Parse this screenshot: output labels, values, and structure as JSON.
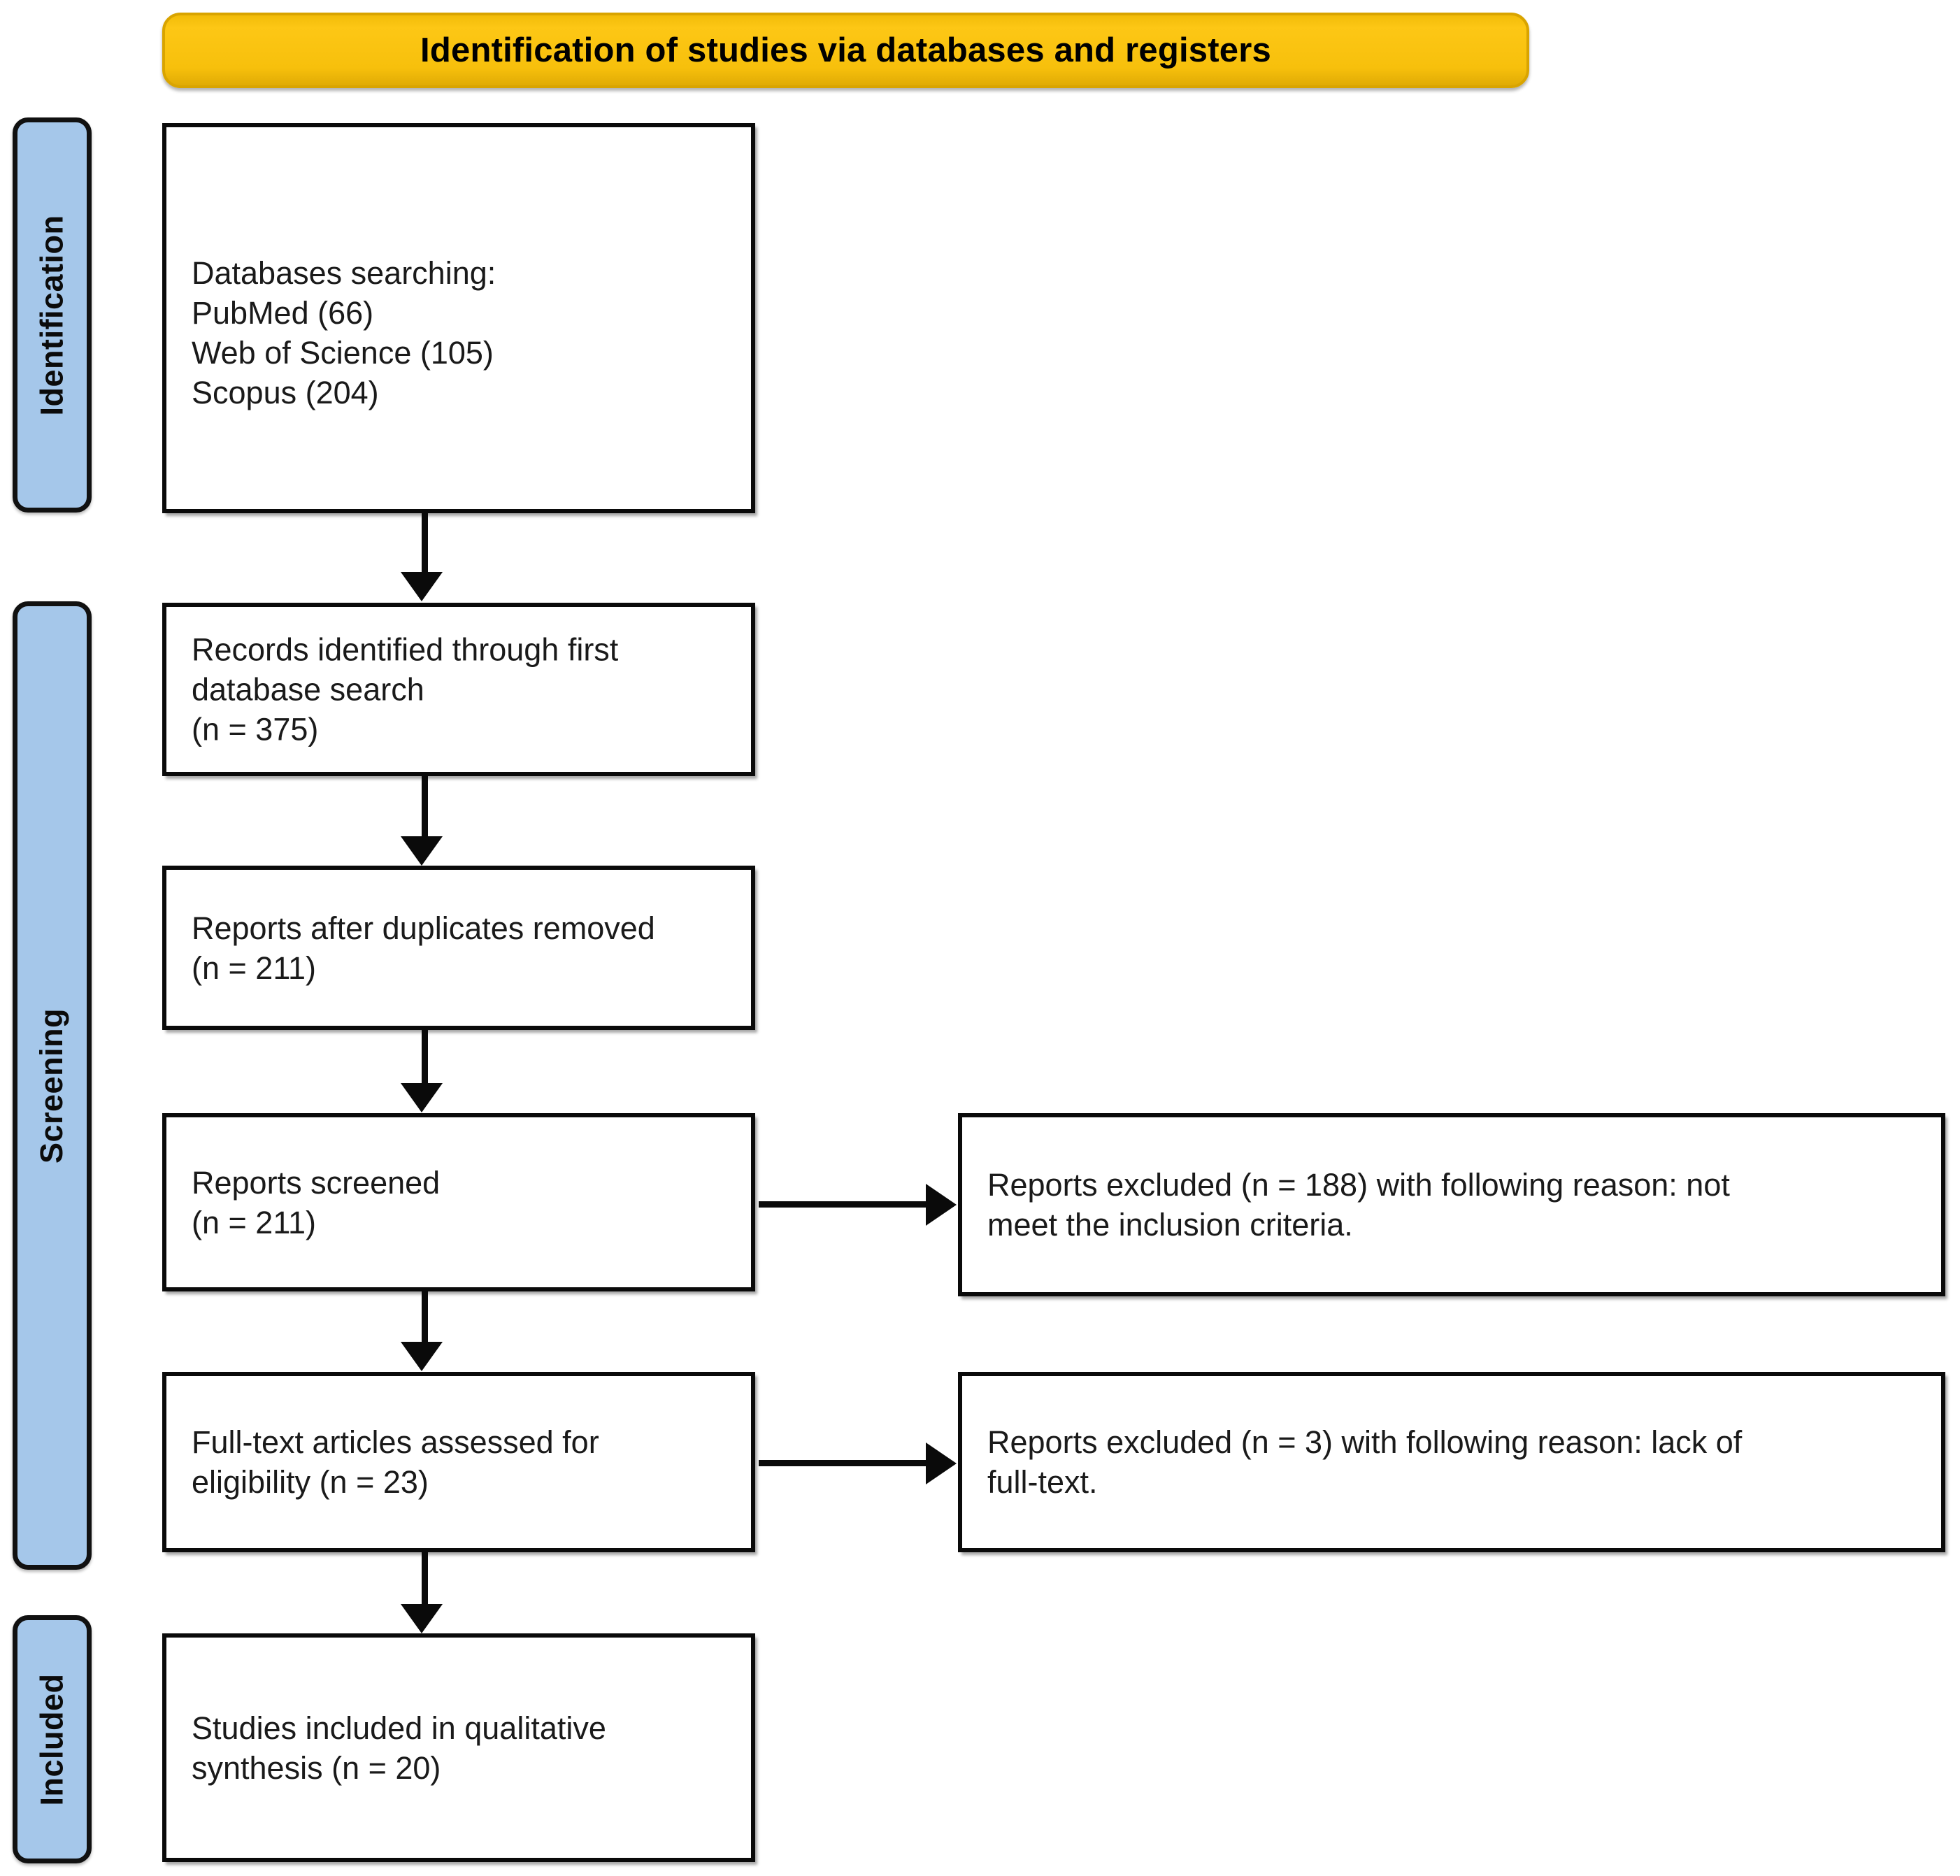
{
  "diagram": {
    "title": "Identification of studies via databases and registers",
    "accent_banner_color": "#F7C20C",
    "stage_label_color": "#A5C7EA",
    "box_border_color": "#0A0A0A"
  },
  "stages": [
    {
      "id": "identification",
      "label": "Identification"
    },
    {
      "id": "screening",
      "label": "Screening"
    },
    {
      "id": "included",
      "label": "Included"
    }
  ],
  "nodes": {
    "databases": {
      "text": "Databases searching:\nPubMed (66)\nWeb of Science (105)\nScopus (204)"
    },
    "records_identified": {
      "text": "Records identified through first\ndatabase search\n(n = 375)"
    },
    "after_duplicates": {
      "text": "Reports after duplicates removed\n(n = 211)"
    },
    "reports_screened": {
      "text": "Reports screened\n(n = 211)"
    },
    "excluded_screening": {
      "text": "Reports excluded (n = 188) with following reason: not\nmeet the inclusion criteria."
    },
    "fulltext_assessed": {
      "text": "Full-text articles assessed for\neligibility (n = 23)"
    },
    "excluded_fulltext": {
      "text": "Reports excluded (n = 3) with following reason: lack of\nfull-text."
    },
    "studies_included": {
      "text": "Studies included in qualitative\nsynthesis (n = 20)"
    }
  },
  "counts": {
    "pubmed": 66,
    "web_of_science": 105,
    "scopus": 204,
    "records_identified": 375,
    "after_duplicates": 211,
    "reports_screened": 211,
    "excluded_not_meeting_criteria": 188,
    "fulltext_assessed": 23,
    "excluded_lack_fulltext": 3,
    "studies_included": 20
  }
}
